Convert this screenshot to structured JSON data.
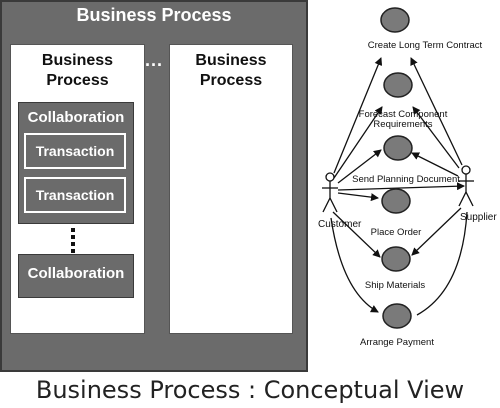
{
  "left_diagram": {
    "outer_title": "Business Process",
    "ellipsis": "...",
    "panel_left_title": "Business Process",
    "panel_right_title": "Business Process",
    "collaboration_title": "Collaboration",
    "transactions": [
      "Transaction",
      "Transaction"
    ],
    "collaboration_bottom_title": "Collaboration"
  },
  "right_diagram": {
    "actors": {
      "left": "Customer",
      "right": "Supplier"
    },
    "use_cases": [
      "Create Long Term Contract",
      "Forecast Component Requirements",
      "Send Planning Document",
      "Place Order",
      "Ship Materials",
      "Arrange Payment"
    ]
  },
  "caption": "Business Process : Conceptual View"
}
